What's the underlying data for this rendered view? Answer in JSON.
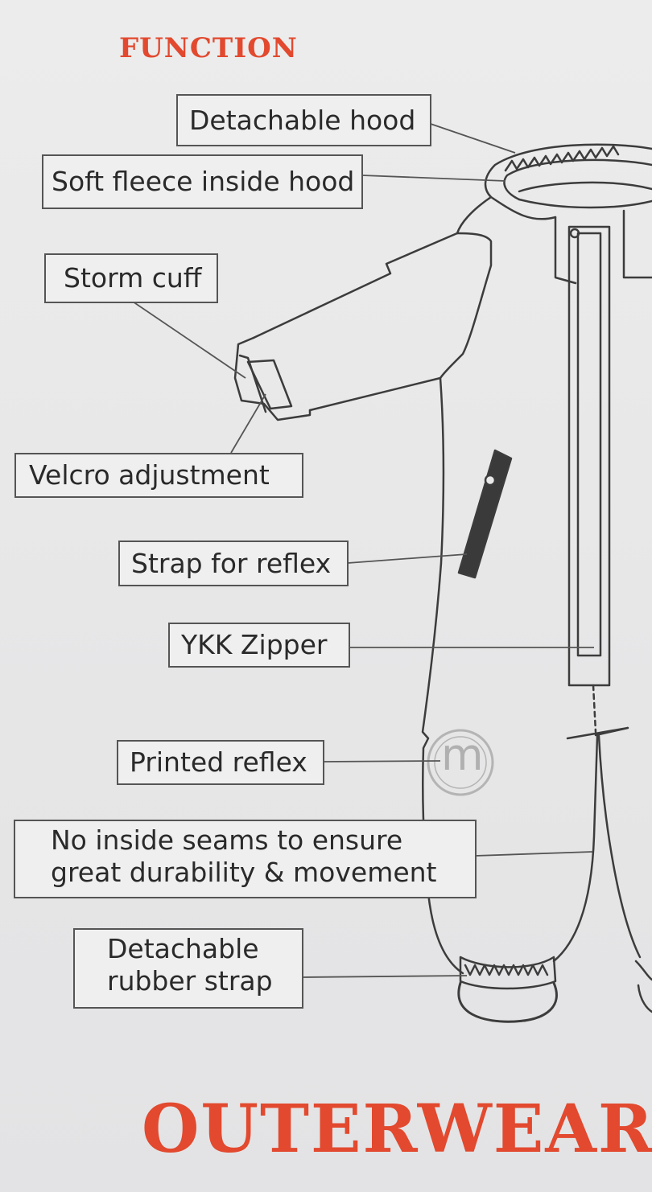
{
  "heading": "FUNCTION",
  "footer": "OUTERWEAR",
  "labels": {
    "detachable_hood": "Detachable hood",
    "soft_fleece": "Soft fleece inside hood",
    "storm_cuff": "Storm cuff",
    "velcro": "Velcro adjustment",
    "strap_reflex": "Strap for reflex",
    "ykk_zipper": "YKK Zipper",
    "printed_reflex": "Printed reflex",
    "no_seams_line1": "No inside seams to ensure",
    "no_seams_line2": "great durability & movement",
    "rubber_strap_line1": "Detachable",
    "rubber_strap_line2": "rubber strap"
  },
  "logo_letter": "m",
  "colors": {
    "accent": "#e2492e",
    "line": "#4a4a4a",
    "background": "#e9e8e8"
  }
}
